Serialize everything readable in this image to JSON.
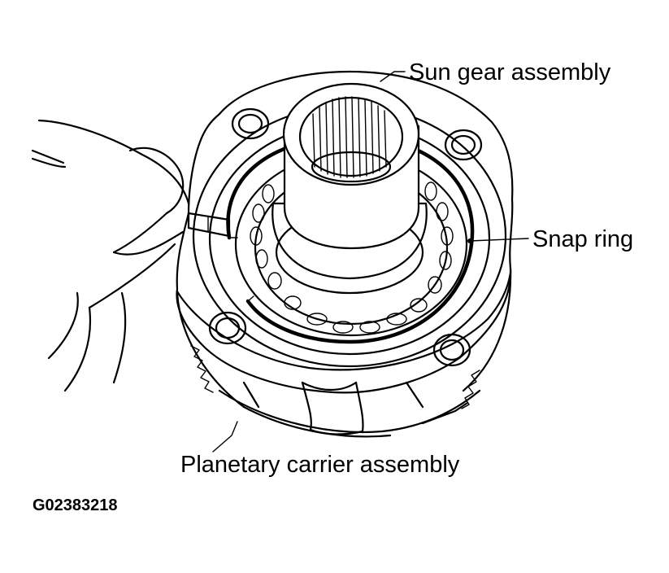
{
  "labels": {
    "sun_gear": "Sun gear assembly",
    "snap_ring": "Snap ring",
    "planetary_carrier": "Planetary carrier assembly"
  },
  "figure_id": "G02383218"
}
